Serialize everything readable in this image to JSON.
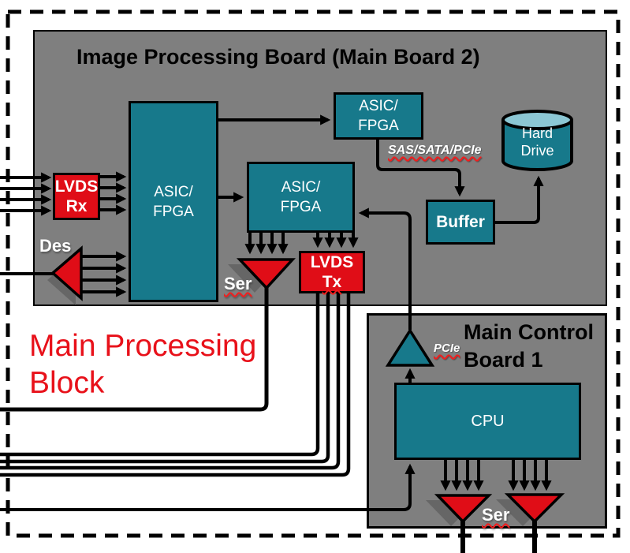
{
  "outer": {
    "label_line1": "Main Processing",
    "label_line2": "Block"
  },
  "image_processing_board": {
    "title": "Image Processing Board (Main Board 2)",
    "lvds_rx": {
      "line1": "LVDS",
      "line2": "Rx"
    },
    "asic_fpga_main": {
      "line1": "ASIC/",
      "line2": "FPGA"
    },
    "asic_fpga_secondary": {
      "line1": "ASIC/",
      "line2": "FPGA"
    },
    "asic_fpga_storage": {
      "line1": "ASIC/",
      "line2": "FPGA"
    },
    "lvds_tx": {
      "line1": "LVDS",
      "line2": "Tx"
    },
    "buffer": {
      "label": "Buffer"
    },
    "hard_drive": {
      "line1": "Hard",
      "line2": "Drive"
    },
    "des_label": "Des",
    "ser_label": "Ser",
    "bus_label": "SAS/SATA/PCIe"
  },
  "main_control_board": {
    "title_line1": "Main Control",
    "title_line2": "Board 1",
    "cpu": {
      "label": "CPU"
    },
    "pcie_label": "PCIe",
    "ser_label": "Ser"
  },
  "colors": {
    "board_gray": "#7f7f7f",
    "block_teal": "#17798b",
    "cylinder_top_teal": "#8cc7d4",
    "block_red": "#e00d17",
    "accent_text_red": "#e8111a",
    "line_black": "#000000",
    "squiggle_red": "#f21d1d"
  }
}
